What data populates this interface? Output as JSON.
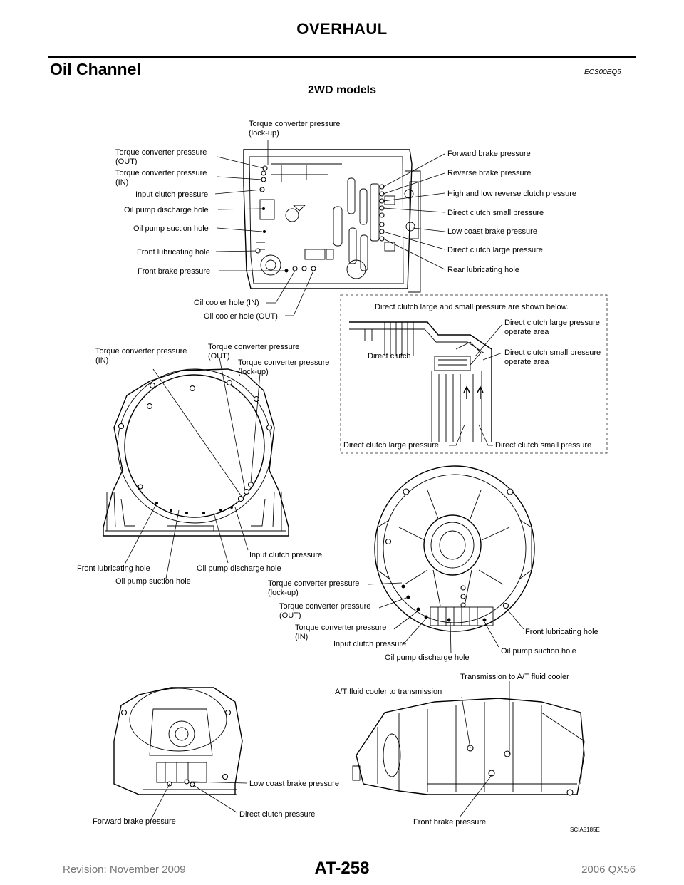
{
  "header": {
    "title": "OVERHAUL"
  },
  "section": {
    "title": "Oil Channel",
    "code": "ECS00EQ5"
  },
  "subtitle": "2WD models",
  "figure_top": {
    "labels_left": [
      "Torque converter pressure",
      "(OUT)",
      "Torque converter pressure",
      "(IN)",
      "Input clutch pressure",
      "Oil pump discharge hole",
      "Oil pump suction hole",
      "Front lubricating hole",
      "Front brake pressure"
    ],
    "label_top": [
      "Torque converter pressure",
      "(lock-up)"
    ],
    "labels_right": [
      "Forward brake pressure",
      "Reverse brake pressure",
      "High and low reverse clutch pressure",
      "Direct clutch small pressure",
      "Low coast brake pressure",
      "Direct clutch large pressure",
      "Rear lubricating hole"
    ],
    "labels_bottom": [
      "Oil cooler hole (IN)",
      "Oil cooler hole (OUT)"
    ]
  },
  "figure_inset": {
    "caption": "Direct clutch large and small pressure are shown below.",
    "labels": [
      "Direct clutch large pressure",
      "operate area",
      "Direct clutch small pressure",
      "operate area",
      "Direct clutch",
      "Direct clutch large pressure",
      "Direct clutch small pressure"
    ]
  },
  "figure_housing": {
    "labels": [
      "Torque converter pressure",
      "(IN)",
      "Torque converter pressure",
      "(OUT)",
      "Torque converter pressure",
      "(lock-up)",
      "Input clutch pressure",
      "Front lubricating hole",
      "Oil pump discharge hole",
      "Oil pump suction hole"
    ]
  },
  "figure_pump": {
    "labels": [
      "Torque converter pressure",
      "(lock-up)",
      "Torque converter pressure",
      "(OUT)",
      "Torque converter pressure",
      "(IN)",
      "Input clutch pressure",
      "Oil pump discharge hole",
      "Front lubricating hole",
      "Oil pump suction hole"
    ]
  },
  "figure_case": {
    "labels": [
      "Low coast brake pressure",
      "Direct clutch pressure",
      "Forward brake pressure"
    ]
  },
  "figure_side": {
    "labels": [
      "Transmission to A/T fluid cooler",
      "A/T fluid cooler to transmission",
      "Front brake pressure"
    ]
  },
  "figure_code": "SCIA5185E",
  "footer": {
    "left": "Revision: November 2009",
    "center": "AT-258",
    "right": "2006 QX56"
  }
}
